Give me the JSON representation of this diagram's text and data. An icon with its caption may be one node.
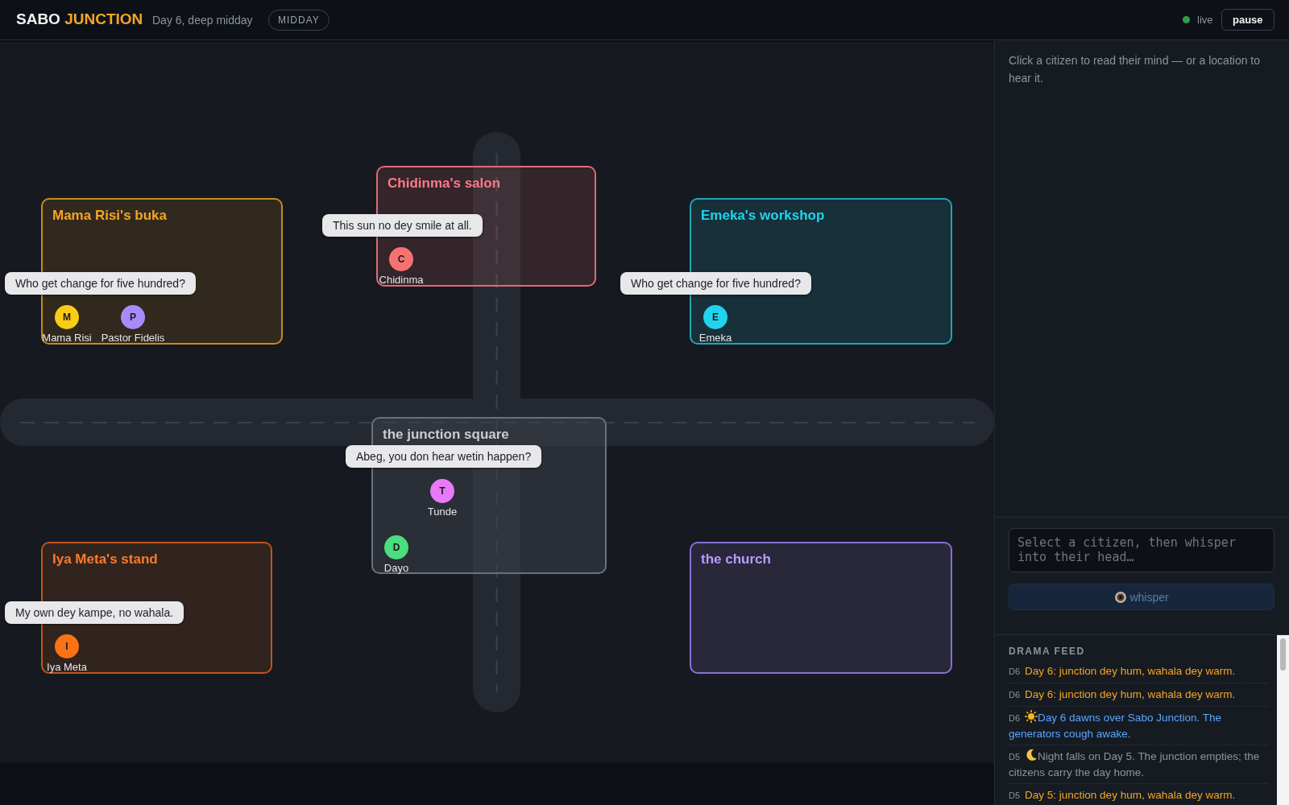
{
  "diagram": {
    "title": "SABO JUNCTION",
    "nodes": [
      {
        "text": [
          "Chidinma's salon"
        ]
      },
      {
        "text": [
          "This sun no dey smile at all."
        ]
      },
      {
        "text": [
          "C"
        ],
        "beside": [
          "Chidinma"
        ],
        "in": 0
      },
      {
        "text": [
          "Mama Risi's buka"
        ]
      },
      {
        "text": [
          "Emeka's workshop"
        ]
      },
      {
        "text": [
          "Who get change for five hundred?"
        ]
      },
      {
        "text": [
          "Who get change for five hundred?"
        ]
      },
      {
        "text": [
          "M"
        ],
        "beside": [
          "Mama Risi"
        ],
        "in": 3
      },
      {
        "text": [
          "P"
        ],
        "beside": [
          "Pastor Fidelis"
        ],
        "in": 3
      },
      {
        "text": [
          "E"
        ],
        "beside": [
          "Emeka"
        ],
        "in": 4
      },
      {
        "text": [
          "the junction square"
        ]
      },
      {
        "text": [
          "Abeg, you don hear wetin happen?"
        ]
      },
      {
        "text": [
          "T"
        ],
        "beside": [
          "Tunde"
        ],
        "in": 10
      },
      {
        "text": [
          "D"
        ],
        "beside": [
          "Dayo"
        ],
        "in": 10
      },
      {
        "text": [
          "Iya Meta's stand"
        ]
      },
      {
        "text": [
          "the church"
        ]
      },
      {
        "text": [
          "My own dey kampe, no wahala."
        ]
      },
      {
        "text": [
          "I"
        ],
        "beside": [
          "Iya Meta"
        ],
        "in": 14
      }
    ],
    "edges": [],
    "labels": [
      "Day 6, deep midday",
      "MIDDAY",
      "live",
      "pause",
      "Click a citizen to read their mind — or a location to hear it.",
      "Select a citizen, then whisper into their head…",
      "whisper",
      "DRAMA FEED",
      "D6",
      "Day 6: junction dey hum, wahala dey warm.",
      "D6",
      "Day 6: junction dey hum, wahala dey warm.",
      "D6",
      "Day 6 dawns over Sabo Junction. The generators cough awake.",
      "D5",
      "Night falls on Day 5. The junction empties; the citizens carry the day home.",
      "D5",
      "Day 5: junction dey hum, wahala dey warm."
    ]
  }
}
